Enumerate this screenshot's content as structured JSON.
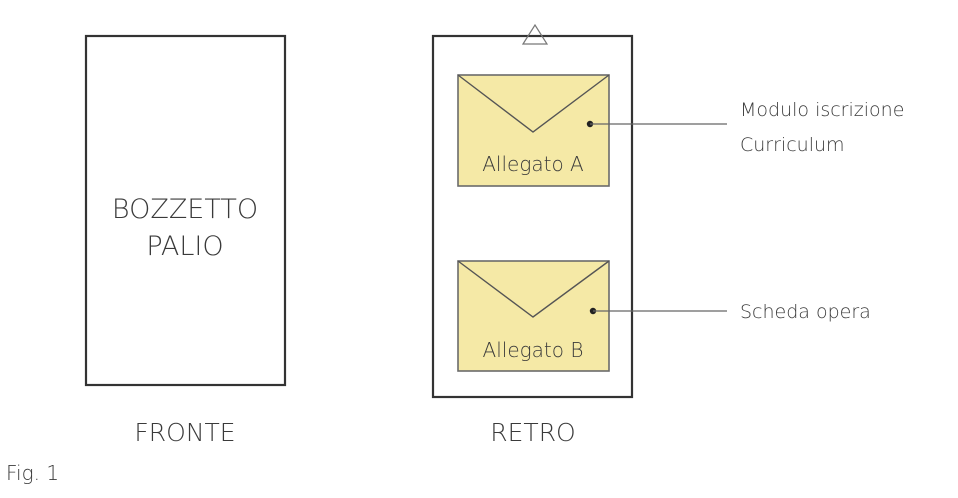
{
  "front": {
    "content_line1": "BOZZETTO",
    "content_line2": "PALIO",
    "label": "FRONTE"
  },
  "back": {
    "label": "RETRO",
    "attachments": [
      {
        "label": "Allegato A",
        "callout_lines": [
          "Modulo iscrizione",
          "Curriculum"
        ]
      },
      {
        "label": "Allegato B",
        "callout_lines": [
          "Scheda opera"
        ]
      }
    ]
  },
  "caption": "Fig. 1",
  "colors": {
    "envelope_fill": "#f5e9a6",
    "outline": "#333333"
  }
}
